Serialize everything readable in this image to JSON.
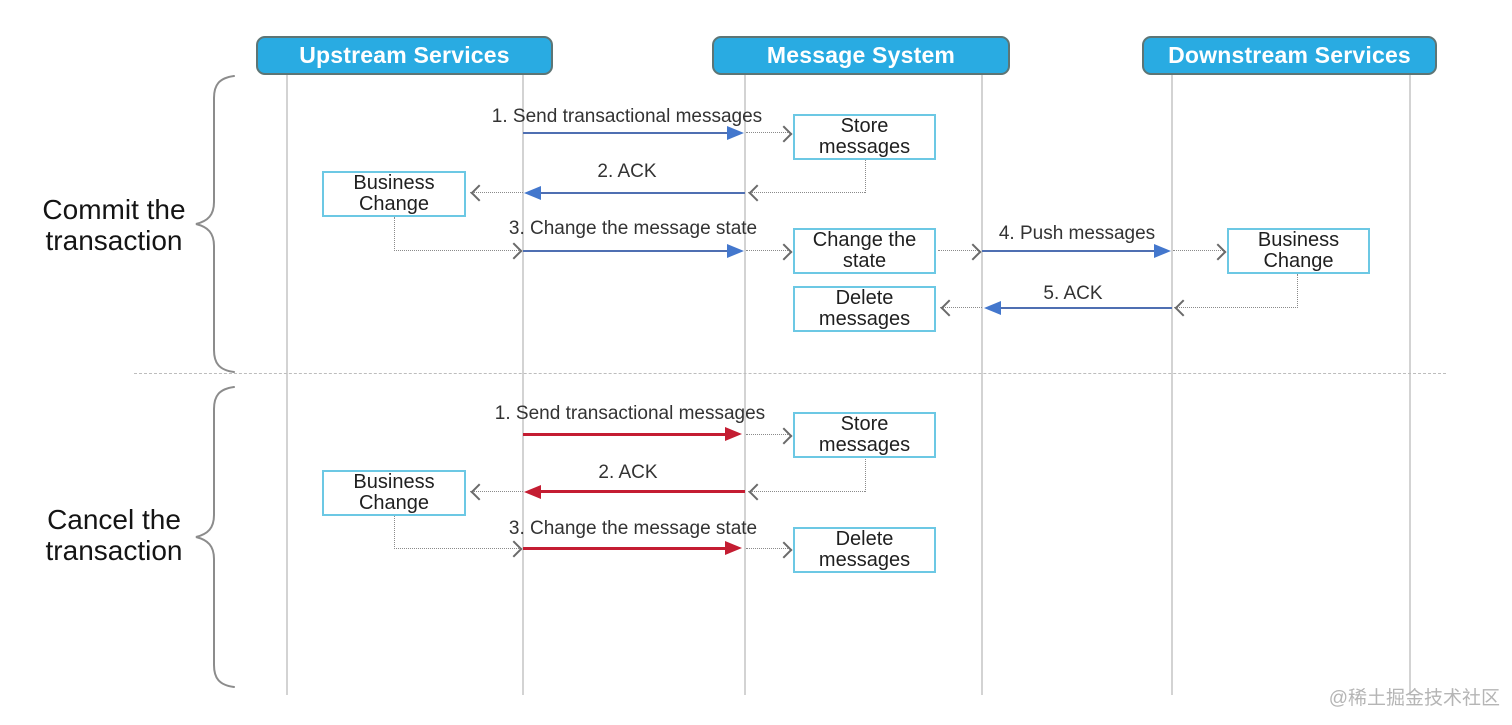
{
  "participants": [
    {
      "label": "Upstream Services"
    },
    {
      "label": "Message System"
    },
    {
      "label": "Downstream Services"
    }
  ],
  "section_commit": {
    "line1": "Commit the",
    "line2": "transaction"
  },
  "section_cancel": {
    "line1": "Cancel the",
    "line2": "transaction"
  },
  "commit": {
    "msg1": "1. Send transactional messages",
    "msg2": "2. ACK",
    "msg3": "3. Change the message state",
    "msg4": "4. Push messages",
    "msg5": "5. ACK",
    "box_store": {
      "line1": "Store",
      "line2": "messages"
    },
    "box_business_up": {
      "line1": "Business",
      "line2": "Change"
    },
    "box_change_state": {
      "line1": "Change the",
      "line2": "state"
    },
    "box_business_down": {
      "line1": "Business",
      "line2": "Change"
    },
    "box_delete": {
      "line1": "Delete",
      "line2": "messages"
    }
  },
  "cancel": {
    "msg1": "1. Send transactional messages",
    "msg2": "2. ACK",
    "msg3": "3. Change the message state",
    "box_store": {
      "line1": "Store",
      "line2": "messages"
    },
    "box_business": {
      "line1": "Business",
      "line2": "Change"
    },
    "box_delete": {
      "line1": "Delete",
      "line2": "messages"
    }
  },
  "watermark": "@稀土掘金技术社区",
  "colors": {
    "header_fill": "#29abe2",
    "header_border": "#5d7575",
    "box_border": "#6cc8e4",
    "commit_arrow": "#4f6fb2",
    "commit_arrowhead": "#4377cd",
    "cancel_arrow": "#c41d32",
    "connector": "#8a8a8a",
    "lifeline": "#d3d3d3"
  }
}
